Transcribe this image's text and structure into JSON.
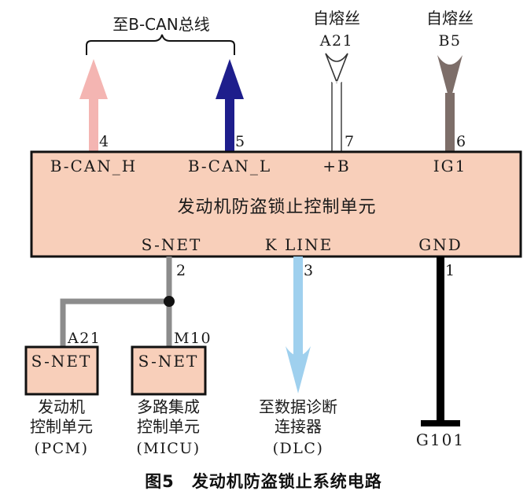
{
  "top_labels": {
    "b_can_bus": "至B-CAN总线",
    "fuse_a21_title": "自熔丝",
    "fuse_a21_name": "A21",
    "fuse_b5_title": "自熔丝",
    "fuse_b5_name": "B5"
  },
  "main_unit": {
    "title": "发动机防盗锁止控制单元",
    "pins_top": [
      {
        "number": "4",
        "name": "B-CAN_H"
      },
      {
        "number": "5",
        "name": "B-CAN_L"
      },
      {
        "number": "7",
        "name": "+B"
      },
      {
        "number": "6",
        "name": "IG1"
      }
    ],
    "pins_bottom": [
      {
        "number": "2",
        "name": "S-NET"
      },
      {
        "number": "3",
        "name": "K LINE"
      },
      {
        "number": "1",
        "name": "GND"
      }
    ]
  },
  "pcm": {
    "pin": "A21",
    "box_label": "S-NET",
    "name_line1": "发动机",
    "name_line2": "控制单元",
    "abbr": "(PCM)"
  },
  "micu": {
    "pin": "M10",
    "box_label": "S-NET",
    "name_line1": "多路集成",
    "name_line2": "控制单元",
    "abbr": "(MICU)"
  },
  "dlc": {
    "name_line1": "至数据诊断",
    "name_line2": "连接器",
    "abbr": "(DLC)"
  },
  "ground": {
    "label": "G101"
  },
  "caption": {
    "figure": "图5",
    "title": "发动机防盗锁止系统电路"
  },
  "colors": {
    "b_can_h": "#f4b5b2",
    "b_can_l": "#1e1e8c",
    "fuse_b5": "#7d6e69",
    "s_net": "#8c8c8c",
    "k_line": "#9fd0ee",
    "ground": "#000000",
    "box_fill": "#f8cfba"
  }
}
